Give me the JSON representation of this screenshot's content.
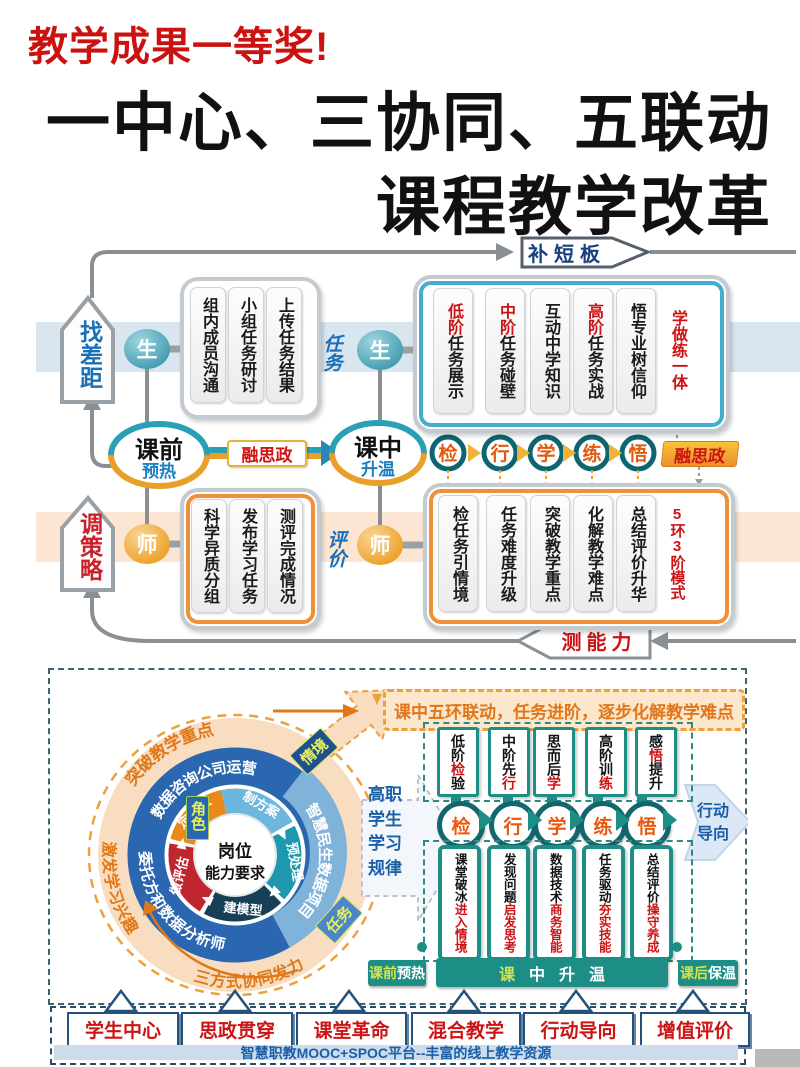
{
  "header": {
    "award": "教学成果一等奖!",
    "title_line1": "一中心、三协同、五联动",
    "title_line2": "课程教学改革"
  },
  "flow": {
    "top_badge": "补短板",
    "bottom_badge": "测能力",
    "find_gap": "找差距",
    "adjust_strategy": "调策略",
    "student": "生",
    "teacher": "师",
    "task_label": "任务",
    "evaluate_label": "评价",
    "pre_class": {
      "name": "课前",
      "sub": "预热"
    },
    "in_class": {
      "name": "课中",
      "sub": "升温"
    },
    "ideology_mid": "融思政",
    "ideology_right": "融思政",
    "student_prep_tasks": [
      "组内成员沟通",
      "小组任务研讨",
      "上传任务结果"
    ],
    "class_tasks": [
      {
        "red": "低阶",
        "black": "任务展示"
      },
      {
        "red": "中阶",
        "black": "任务碰壁"
      },
      {
        "red": "",
        "black": "互动中学知识"
      },
      {
        "red": "高阶",
        "black": "任务实战"
      },
      {
        "red": "",
        "black": "悟专业树信仰"
      },
      {
        "red": "学做练一体",
        "black": ""
      }
    ],
    "five_rings": [
      "检",
      "行",
      "学",
      "练",
      "悟"
    ],
    "teacher_prep_tasks": [
      "科学异质分组",
      "发布学习任务",
      "测评完成情况"
    ],
    "teacher_class_tasks": [
      "检任务引情境",
      "任务难度升级",
      "突破教学重点",
      "化解教学难点",
      "总结评价升华"
    ],
    "mode_badge": "5环3阶模式"
  },
  "bottom": {
    "banner": "课中五环联动，任务进阶，逐步化解教学难点",
    "wheel": {
      "center_line1": "岗位",
      "center_line2": "能力要求",
      "segments": [
        "定决策",
        "制方案",
        "预处理",
        "建模型",
        "做评估"
      ],
      "ring_top": "数据咨询公司运营",
      "ring_right": "智慧民生数据项目",
      "ring_bottom": "委托方和数据分析师",
      "tags": [
        "情境",
        "角色",
        "任务"
      ],
      "outer_top": "突破教学重点",
      "outer_left": "激发学习兴趣",
      "outer_bottom": "三方式协同发力"
    },
    "left_arrow": "高职学生学习规律",
    "right_arrow": "行动导向",
    "stage_boxes": [
      {
        "pre": "低阶",
        "red": "检",
        "post": "验"
      },
      {
        "pre": "中阶先",
        "red": "行",
        "post": ""
      },
      {
        "pre": "思而后",
        "red": "学",
        "post": ""
      },
      {
        "pre": "高阶训",
        "red": "练",
        "post": ""
      },
      {
        "pre": "感",
        "red": "悟",
        "post": "提升"
      }
    ],
    "activity_boxes": [
      {
        "black": "课堂破冰",
        "red": "进入情境"
      },
      {
        "black": "发现问题",
        "red": "启发思考"
      },
      {
        "black": "数据技术",
        "red": "商务智能"
      },
      {
        "black": "任务驱动",
        "red": "夯实技能"
      },
      {
        "black": "总结评价",
        "red": "操守养成"
      }
    ],
    "phase_bars": [
      {
        "hl": "课前",
        "rest": "预热"
      },
      {
        "hl": "课",
        "rest": "中升温"
      },
      {
        "hl": "课后",
        "rest": "保温"
      }
    ]
  },
  "principles": {
    "items": [
      "学生中心",
      "思政贯穿",
      "课堂革命",
      "混合教学",
      "行动导向",
      "增值评价"
    ],
    "platform": "智慧职教MOOC+SPOC平台--丰富的线上教学资源"
  },
  "colors": {
    "accent_red": "#cc1414",
    "accent_teal": "#1c8e86",
    "accent_orange": "#ed9a3c",
    "accent_blue": "#1a5fa8",
    "ring_navy": "#2b67b0"
  }
}
